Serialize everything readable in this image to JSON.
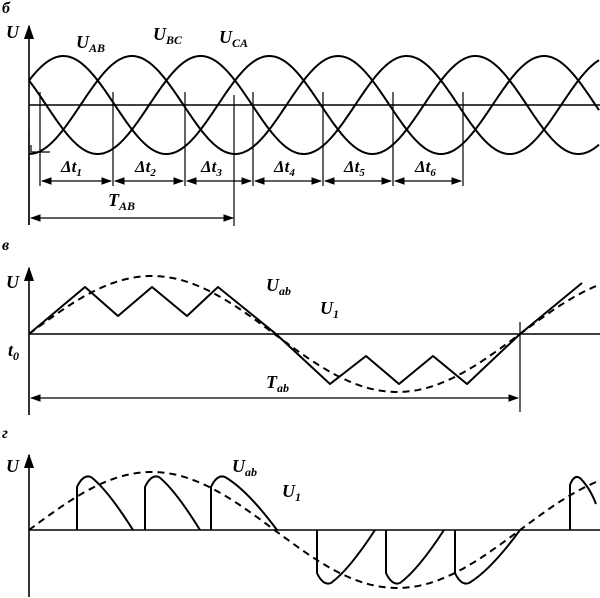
{
  "panel_b": {
    "letter": "б",
    "u_axis": "U",
    "series": [
      {
        "main": "U",
        "sub": "AB"
      },
      {
        "main": "U",
        "sub": "BC"
      },
      {
        "main": "U",
        "sub": "CA"
      }
    ],
    "intervals": [
      {
        "main": "Δt",
        "sub": "1"
      },
      {
        "main": "Δt",
        "sub": "2"
      },
      {
        "main": "Δt",
        "sub": "3"
      },
      {
        "main": "Δt",
        "sub": "4"
      },
      {
        "main": "Δt",
        "sub": "5"
      },
      {
        "main": "Δt",
        "sub": "6"
      }
    ],
    "period": {
      "main": "T",
      "sub": "AB"
    }
  },
  "panel_v": {
    "letter": "в",
    "u_axis": "U",
    "wave": {
      "main": "U",
      "sub": "ab"
    },
    "fundamental": {
      "main": "U",
      "sub": "1"
    },
    "t0": {
      "main": "t",
      "sub": "0"
    },
    "period": {
      "main": "T",
      "sub": "ab"
    }
  },
  "panel_g": {
    "letter": "г",
    "u_axis": "U",
    "wave": {
      "main": "U",
      "sub": "ab"
    },
    "fundamental": {
      "main": "U",
      "sub": "1"
    }
  }
}
